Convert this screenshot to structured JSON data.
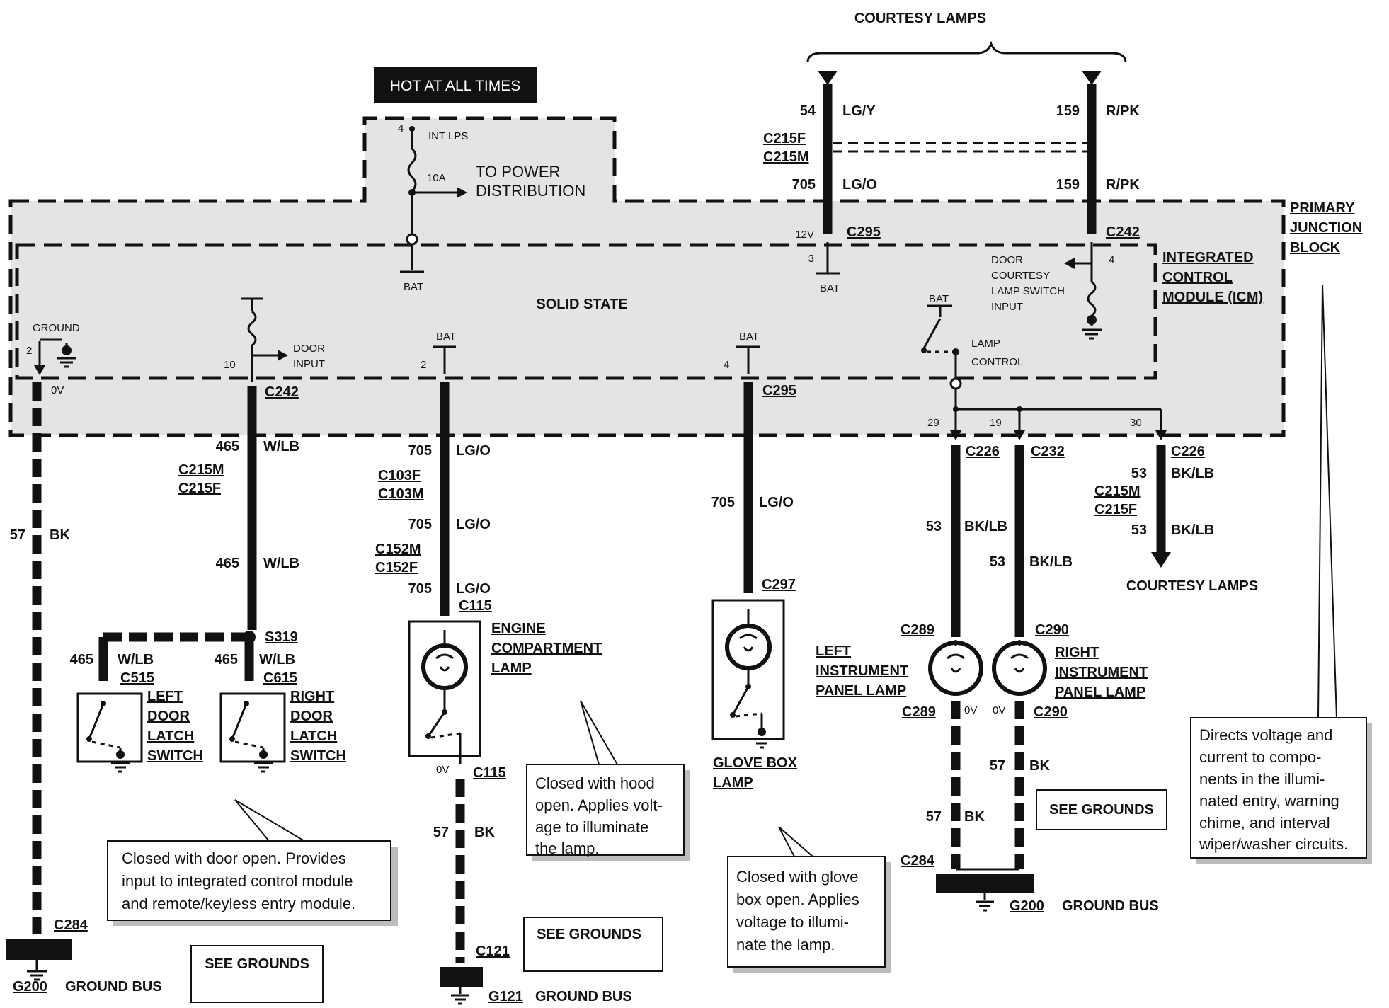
{
  "header": {
    "courtesy_lamps_top": "COURTESY LAMPS",
    "hot_at_all_times": "HOT AT ALL TIMES"
  },
  "modules": {
    "primary_junction_block": [
      "PRIMARY",
      "JUNCTION",
      "BLOCK"
    ],
    "integrated_control_module": [
      "INTEGRATED",
      "CONTROL",
      "MODULE (ICM)"
    ],
    "solid_state": "SOLID STATE"
  },
  "fuse": {
    "pin": "4",
    "name": "INT LPS",
    "rating": "10A",
    "to_power": [
      "TO POWER",
      "DISTRIBUTION"
    ],
    "bat": "BAT"
  },
  "top_wires": {
    "left": {
      "circuit_a": "54",
      "color_a": "LG/Y",
      "circuit_b": "705",
      "color_b": "LG/O",
      "voltage": "12V",
      "connector": "C295",
      "pin": "3",
      "bat": "BAT"
    },
    "right": {
      "circuit_a": "159",
      "color_a": "R/PK",
      "circuit_b": "159",
      "color_b": "R/PK",
      "connector": "C242",
      "pin": "4"
    },
    "connector_f": "C215F",
    "connector_m": "C215M"
  },
  "icm_labels": {
    "door_courtesy": [
      "DOOR",
      "COURTESY",
      "LAMP SWITCH",
      "INPUT"
    ],
    "lamp_control": [
      "LAMP",
      "CONTROL"
    ],
    "bat": "BAT",
    "ground": "GROUND",
    "door_input": [
      "DOOR",
      "INPUT"
    ]
  },
  "circuits": {
    "ground_left": {
      "pin": "2",
      "voltage": "0V",
      "circuit": "57",
      "color": "BK",
      "connector": "C284",
      "ground": "G200",
      "ground_bus": "GROUND BUS"
    },
    "door": {
      "pin": "10",
      "connector": "C242",
      "circuit": "465",
      "color": "W/LB",
      "c_m": "C215M",
      "c_f": "C215F",
      "splice": "S319",
      "left_conn": "C515",
      "right_conn": "C615"
    },
    "engine": {
      "pin": "2",
      "bat": "BAT",
      "circuit": "705",
      "color": "LG/O",
      "c1": "C103F",
      "c2": "C103M",
      "c3": "C152M",
      "c4": "C152F",
      "conn_top": "C115",
      "conn_bot": "C115",
      "voltage": "0V",
      "gnd_circuit": "57",
      "gnd_color": "BK",
      "gnd_conn": "C121",
      "ground": "G121",
      "ground_bus": "GROUND BUS"
    },
    "glove": {
      "pin": "4",
      "bat": "BAT",
      "connector": "C295",
      "circuit": "705",
      "color": "LG/O",
      "lamp_conn": "C297"
    },
    "ip": {
      "pin_a": "29",
      "pin_b": "19",
      "pin_c": "30",
      "conn_a": "C226",
      "conn_b": "C232",
      "conn_c": "C226",
      "circuit": "53",
      "color": "BK/LB",
      "c_m": "C215M",
      "c_f": "C215F",
      "left_lamp_conn": "C289",
      "right_lamp_conn": "C290",
      "voltage": "0V",
      "gnd_circuit": "57",
      "gnd_color": "BK",
      "gnd_conn": "C284",
      "ground": "G200",
      "ground_bus": "GROUND BUS"
    }
  },
  "components": {
    "left_door": [
      "LEFT",
      "DOOR",
      "LATCH",
      "SWITCH"
    ],
    "right_door": [
      "RIGHT",
      "DOOR",
      "LATCH",
      "SWITCH"
    ],
    "engine_lamp": [
      "ENGINE",
      "COMPARTMENT",
      "LAMP"
    ],
    "glove_lamp": [
      "GLOVE BOX",
      "LAMP"
    ],
    "left_ip_lamp": [
      "LEFT",
      "INSTRUMENT",
      "PANEL LAMP"
    ],
    "right_ip_lamp": [
      "RIGHT",
      "INSTRUMENT",
      "PANEL LAMP"
    ],
    "courtesy_lamps_bottom": "COURTESY LAMPS"
  },
  "see_grounds": "SEE GROUNDS",
  "notes": {
    "door": [
      "Closed with door open. Provides",
      "input to integrated control module",
      "and remote/keyless entry module."
    ],
    "hood": [
      "Closed with hood",
      "open. Applies volt-",
      "age to illuminate",
      "the lamp."
    ],
    "glove": [
      "Closed with glove",
      "box open. Applies",
      "voltage to illumi-",
      "nate the lamp."
    ],
    "icm": [
      "Directs voltage and",
      "current to compo-",
      "nents in the illumi-",
      "nated entry, warning",
      "chime, and interval",
      "wiper/washer circuits."
    ]
  }
}
